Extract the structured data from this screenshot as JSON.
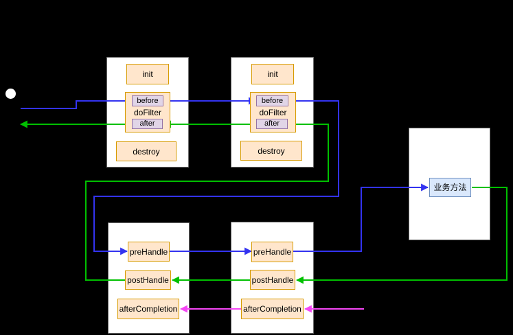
{
  "diagram": {
    "background": "#000000",
    "colors": {
      "request_flow": "#3333f0",
      "response_flow": "#00c000",
      "after_completion_flow": "#f546f5",
      "node_orange_fill": "#ffe6cc",
      "node_orange_border": "#d79b00",
      "node_purple_fill": "#e1d5e7",
      "node_purple_border": "#9673a6",
      "node_blue_fill": "#dae8fc",
      "node_blue_border": "#6c8ebf",
      "lane_fill": "#ffffff"
    },
    "lanes": {
      "filter1": {
        "init": "init",
        "before": "before",
        "do_filter": "doFilter",
        "after": "after",
        "destroy": "destroy"
      },
      "filter2": {
        "init": "init",
        "before": "before",
        "do_filter": "doFilter",
        "after": "after",
        "destroy": "destroy"
      },
      "controller": {
        "business_method": "业务方法"
      },
      "interceptor1": {
        "pre_handle": "preHandle",
        "post_handle": "postHandle",
        "after_completion": "afterCompletion"
      },
      "interceptor2": {
        "pre_handle": "preHandle",
        "post_handle": "postHandle",
        "after_completion": "afterCompletion"
      }
    }
  }
}
